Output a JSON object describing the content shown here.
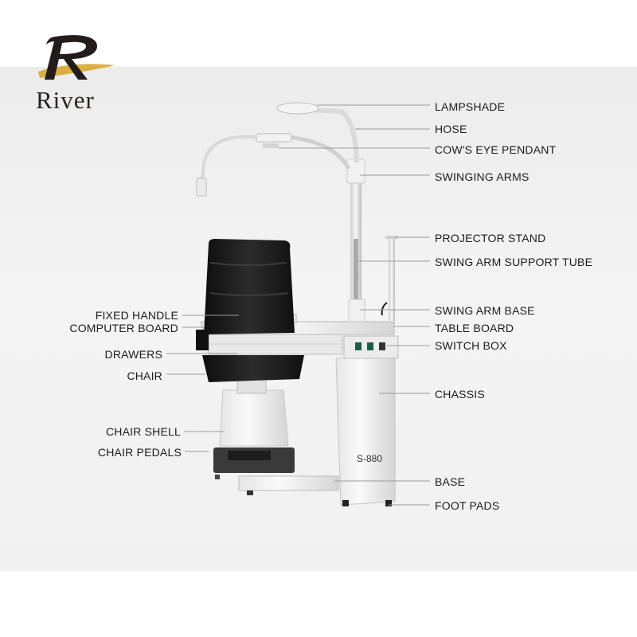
{
  "brand": {
    "name": "River",
    "logo_letter": "R"
  },
  "model_code": "S-880",
  "labels_right": [
    "LAMPSHADE",
    "HOSE",
    "COW'S EYE PENDANT",
    "SWINGING ARMS",
    "PROJECTOR STAND",
    "SWING ARM SUPPORT TUBE",
    "SWING ARM BASE",
    "TABLE BOARD",
    "SWITCH BOX",
    "CHASSIS",
    "BASE",
    "FOOT PADS"
  ],
  "labels_left": [
    "FIXED HANDLE",
    "COMPUTER BOARD",
    "DRAWERS",
    "CHAIR",
    "CHAIR SHELL",
    "CHAIR PEDALS"
  ],
  "colors": {
    "leader_line": "#9a9a9a",
    "label_text": "#1c1c1c",
    "brand_gold": "#d6a531",
    "chair_black": "#1a1a1a"
  }
}
